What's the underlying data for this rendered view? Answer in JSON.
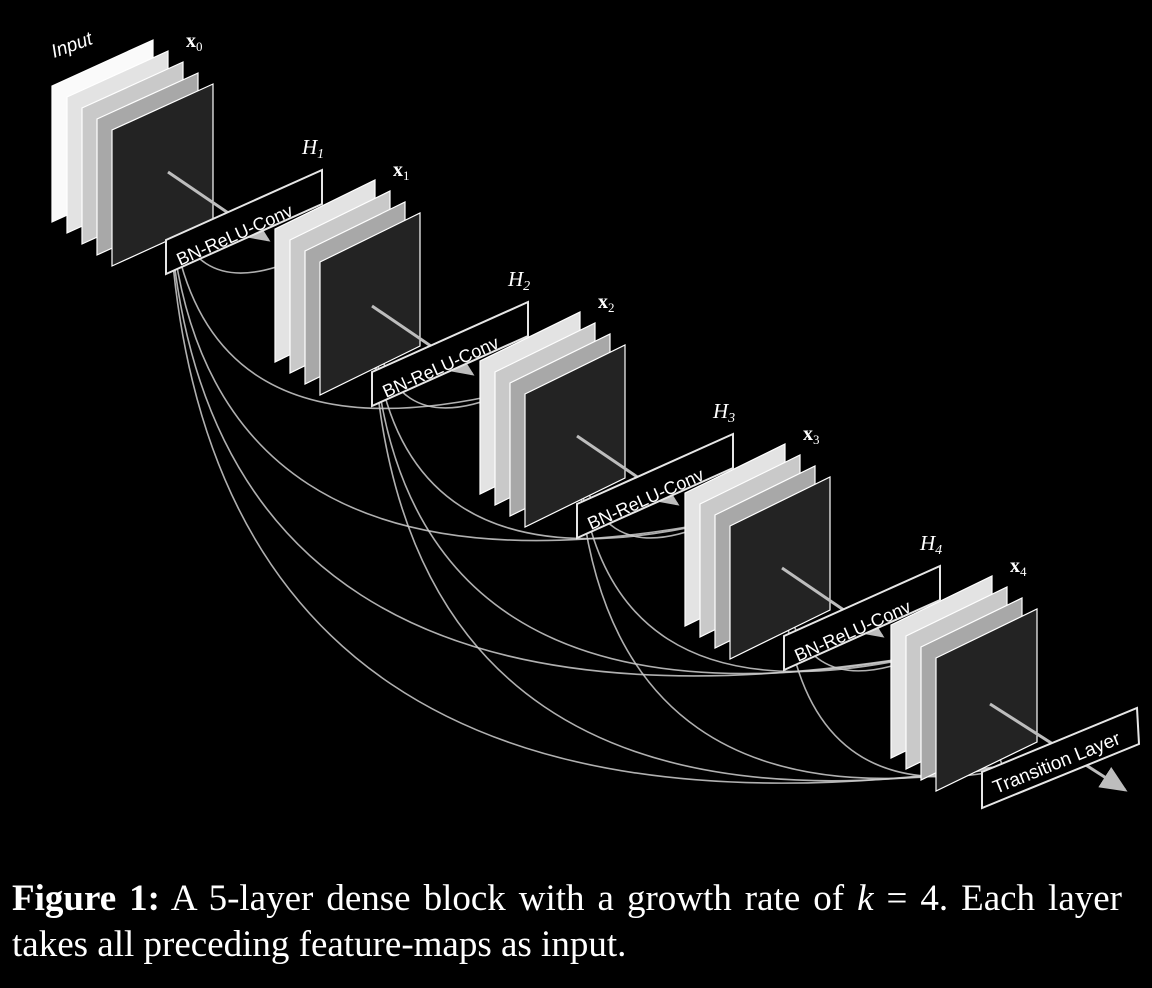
{
  "input_label": "Input",
  "layers": [
    {
      "x_label": "x",
      "x_sub": "0",
      "h_label": "",
      "h_sub": "",
      "op_label": ""
    },
    {
      "x_label": "x",
      "x_sub": "1",
      "h_label": "H",
      "h_sub": "1",
      "op_label": "BN-ReLU-Conv"
    },
    {
      "x_label": "x",
      "x_sub": "2",
      "h_label": "H",
      "h_sub": "2",
      "op_label": "BN-ReLU-Conv"
    },
    {
      "x_label": "x",
      "x_sub": "3",
      "h_label": "H",
      "h_sub": "3",
      "op_label": "BN-ReLU-Conv"
    },
    {
      "x_label": "x",
      "x_sub": "4",
      "h_label": "H",
      "h_sub": "4",
      "op_label": "BN-ReLU-Conv"
    }
  ],
  "transition_label": "Transition Layer",
  "caption": {
    "lead": "Figure 1:",
    "text_before_var": " A 5-layer dense block with a growth rate of ",
    "var": "k",
    "text_after_var": " = 4. Each layer takes all preceding feature-maps as input."
  },
  "colors": {
    "background": "#000000",
    "map_front": "#232323",
    "connection": "#cfcfcf",
    "text": "#ffffff"
  }
}
